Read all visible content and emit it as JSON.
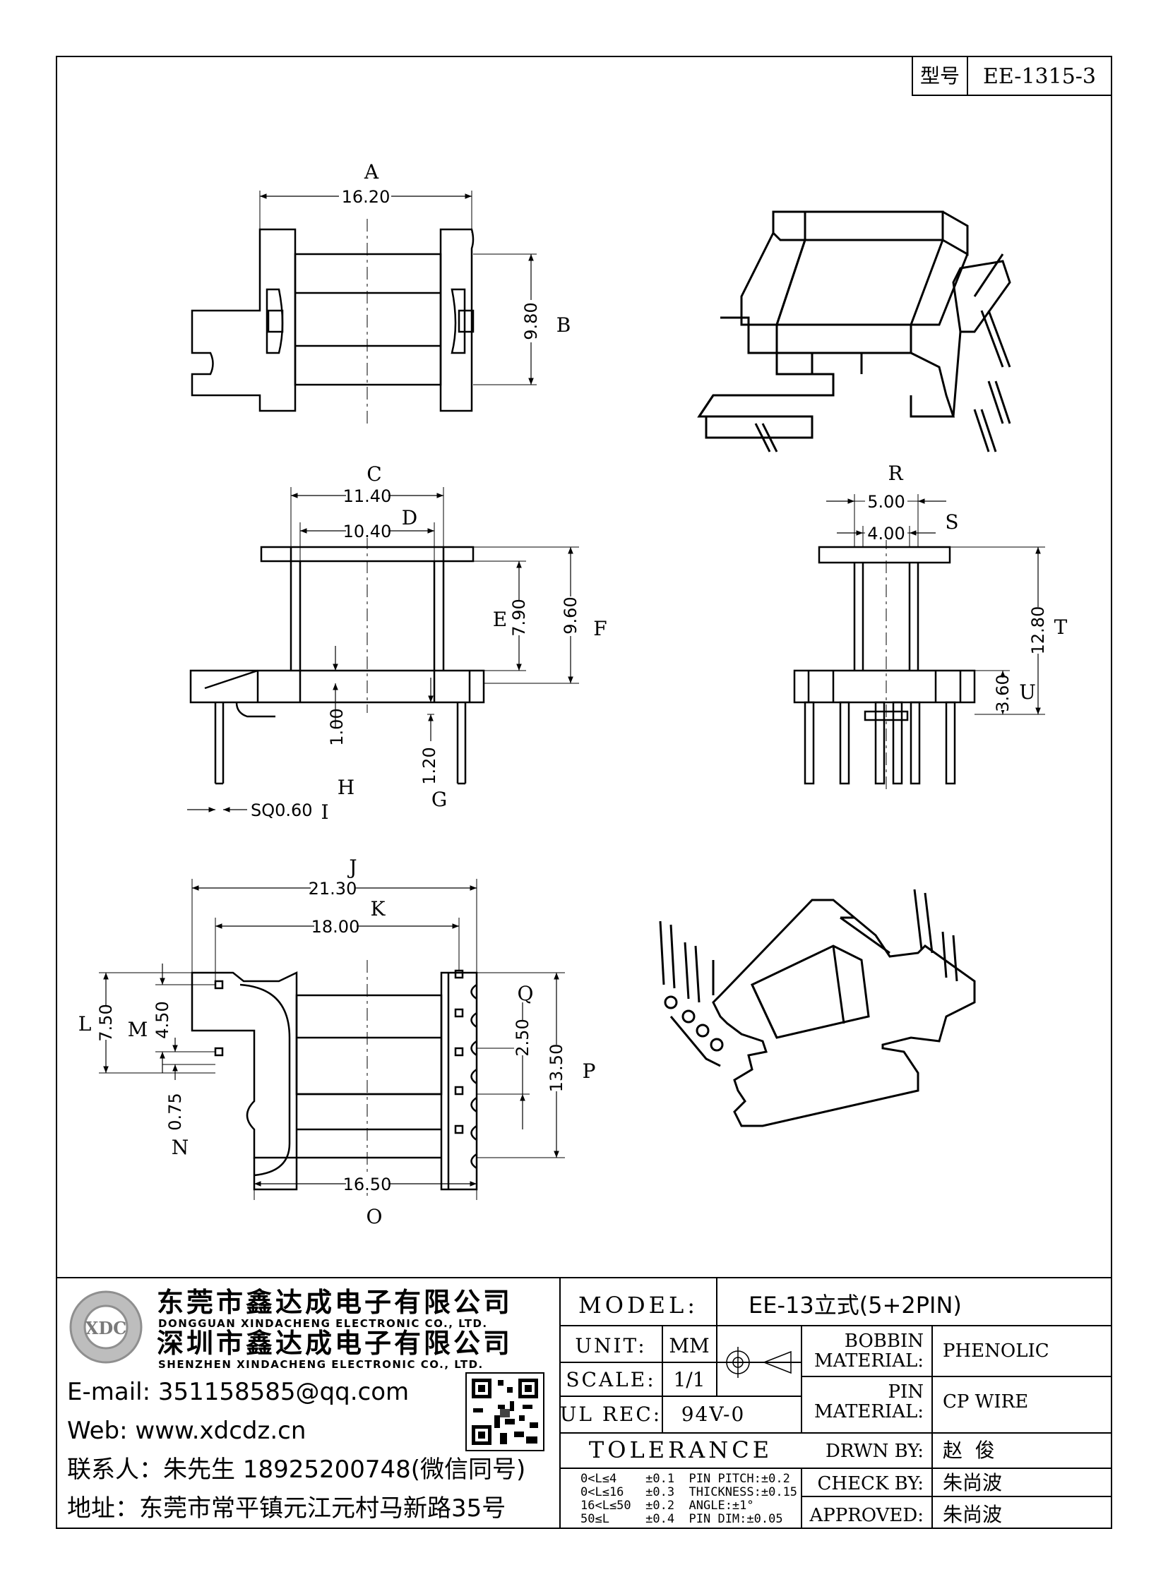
{
  "header": {
    "type_label": "型号",
    "type_value": "EE-1315-3"
  },
  "dimensions": {
    "A": "A",
    "A_val": "16.20",
    "B": "B",
    "B_val": "9.80",
    "C": "C",
    "C_val": "11.40",
    "D": "D",
    "D_val": "10.40",
    "E": "E",
    "E_val": "7.90",
    "F": "F",
    "F_val": "9.60",
    "G": "G",
    "G_val": "1.20",
    "H": "H",
    "H_val": "1.00",
    "I": "I",
    "I_val": "SQ0.60",
    "R": "R",
    "R_val": "5.00",
    "S": "S",
    "S_val": "4.00",
    "T": "T",
    "T_val": "12.80",
    "U": "U",
    "U_val": "3.60",
    "J": "J",
    "J_val": "21.30",
    "K": "K",
    "K_val": "18.00",
    "L": "L",
    "L_val": "7.50",
    "M": "M",
    "M_val": "4.50",
    "N": "N",
    "N_val": "0.75",
    "O": "O",
    "O_val": "16.50",
    "P": "P",
    "P_val": "13.50",
    "Q": "Q",
    "Q_val": "2.50"
  },
  "company": {
    "name_dg": "东莞市鑫达成电子有限公司",
    "name_dg_en": "DONGGUAN XINDACHENG ELECTRONIC CO., LTD.",
    "name_sz": "深圳市鑫达成电子有限公司",
    "name_sz_en": "SHENZHEN XINDACHENG ELECTRONIC CO., LTD.",
    "email": "E-mail:  351158585@qq.com",
    "web": "Web:  www.xdcdz.cn",
    "contact": "联系人：朱先生 18925200748(微信同号)",
    "address": "地址：东莞市常平镇元江元村马新路35号",
    "logo_text": "XDC"
  },
  "title_block": {
    "model_label": "MODEL:",
    "model_value": "EE-13立式(5+2PIN)",
    "unit_label": "UNIT:",
    "unit_value": "MM",
    "scale_label": "SCALE:",
    "scale_value": "1/1",
    "ulrec_label": "UL REC:",
    "ulrec_value": "94V-0",
    "tolerance_label": "TOLERANCE",
    "tolerances": [
      "0<L≤4    ±0.1  PIN PITCH:±0.2",
      "0<L≤16   ±0.3  THICKNESS:±0.15",
      "16<L≤50  ±0.2  ANGLE:±1°",
      "50≤L     ±0.4  PIN DIM:±0.05"
    ],
    "bobbin_label_1": "BOBBIN",
    "bobbin_label_2": "MATERIAL:",
    "bobbin_value": "PHENOLIC",
    "pin_label_1": "PIN",
    "pin_label_2": "MATERIAL:",
    "pin_value": "CP WIRE",
    "drwn_label": "DRWN BY:",
    "drwn_value": "赵  俊",
    "check_label": "CHECK BY:",
    "check_value": "朱尚波",
    "approved_label": "APPROVED:",
    "approved_value": "朱尚波"
  }
}
